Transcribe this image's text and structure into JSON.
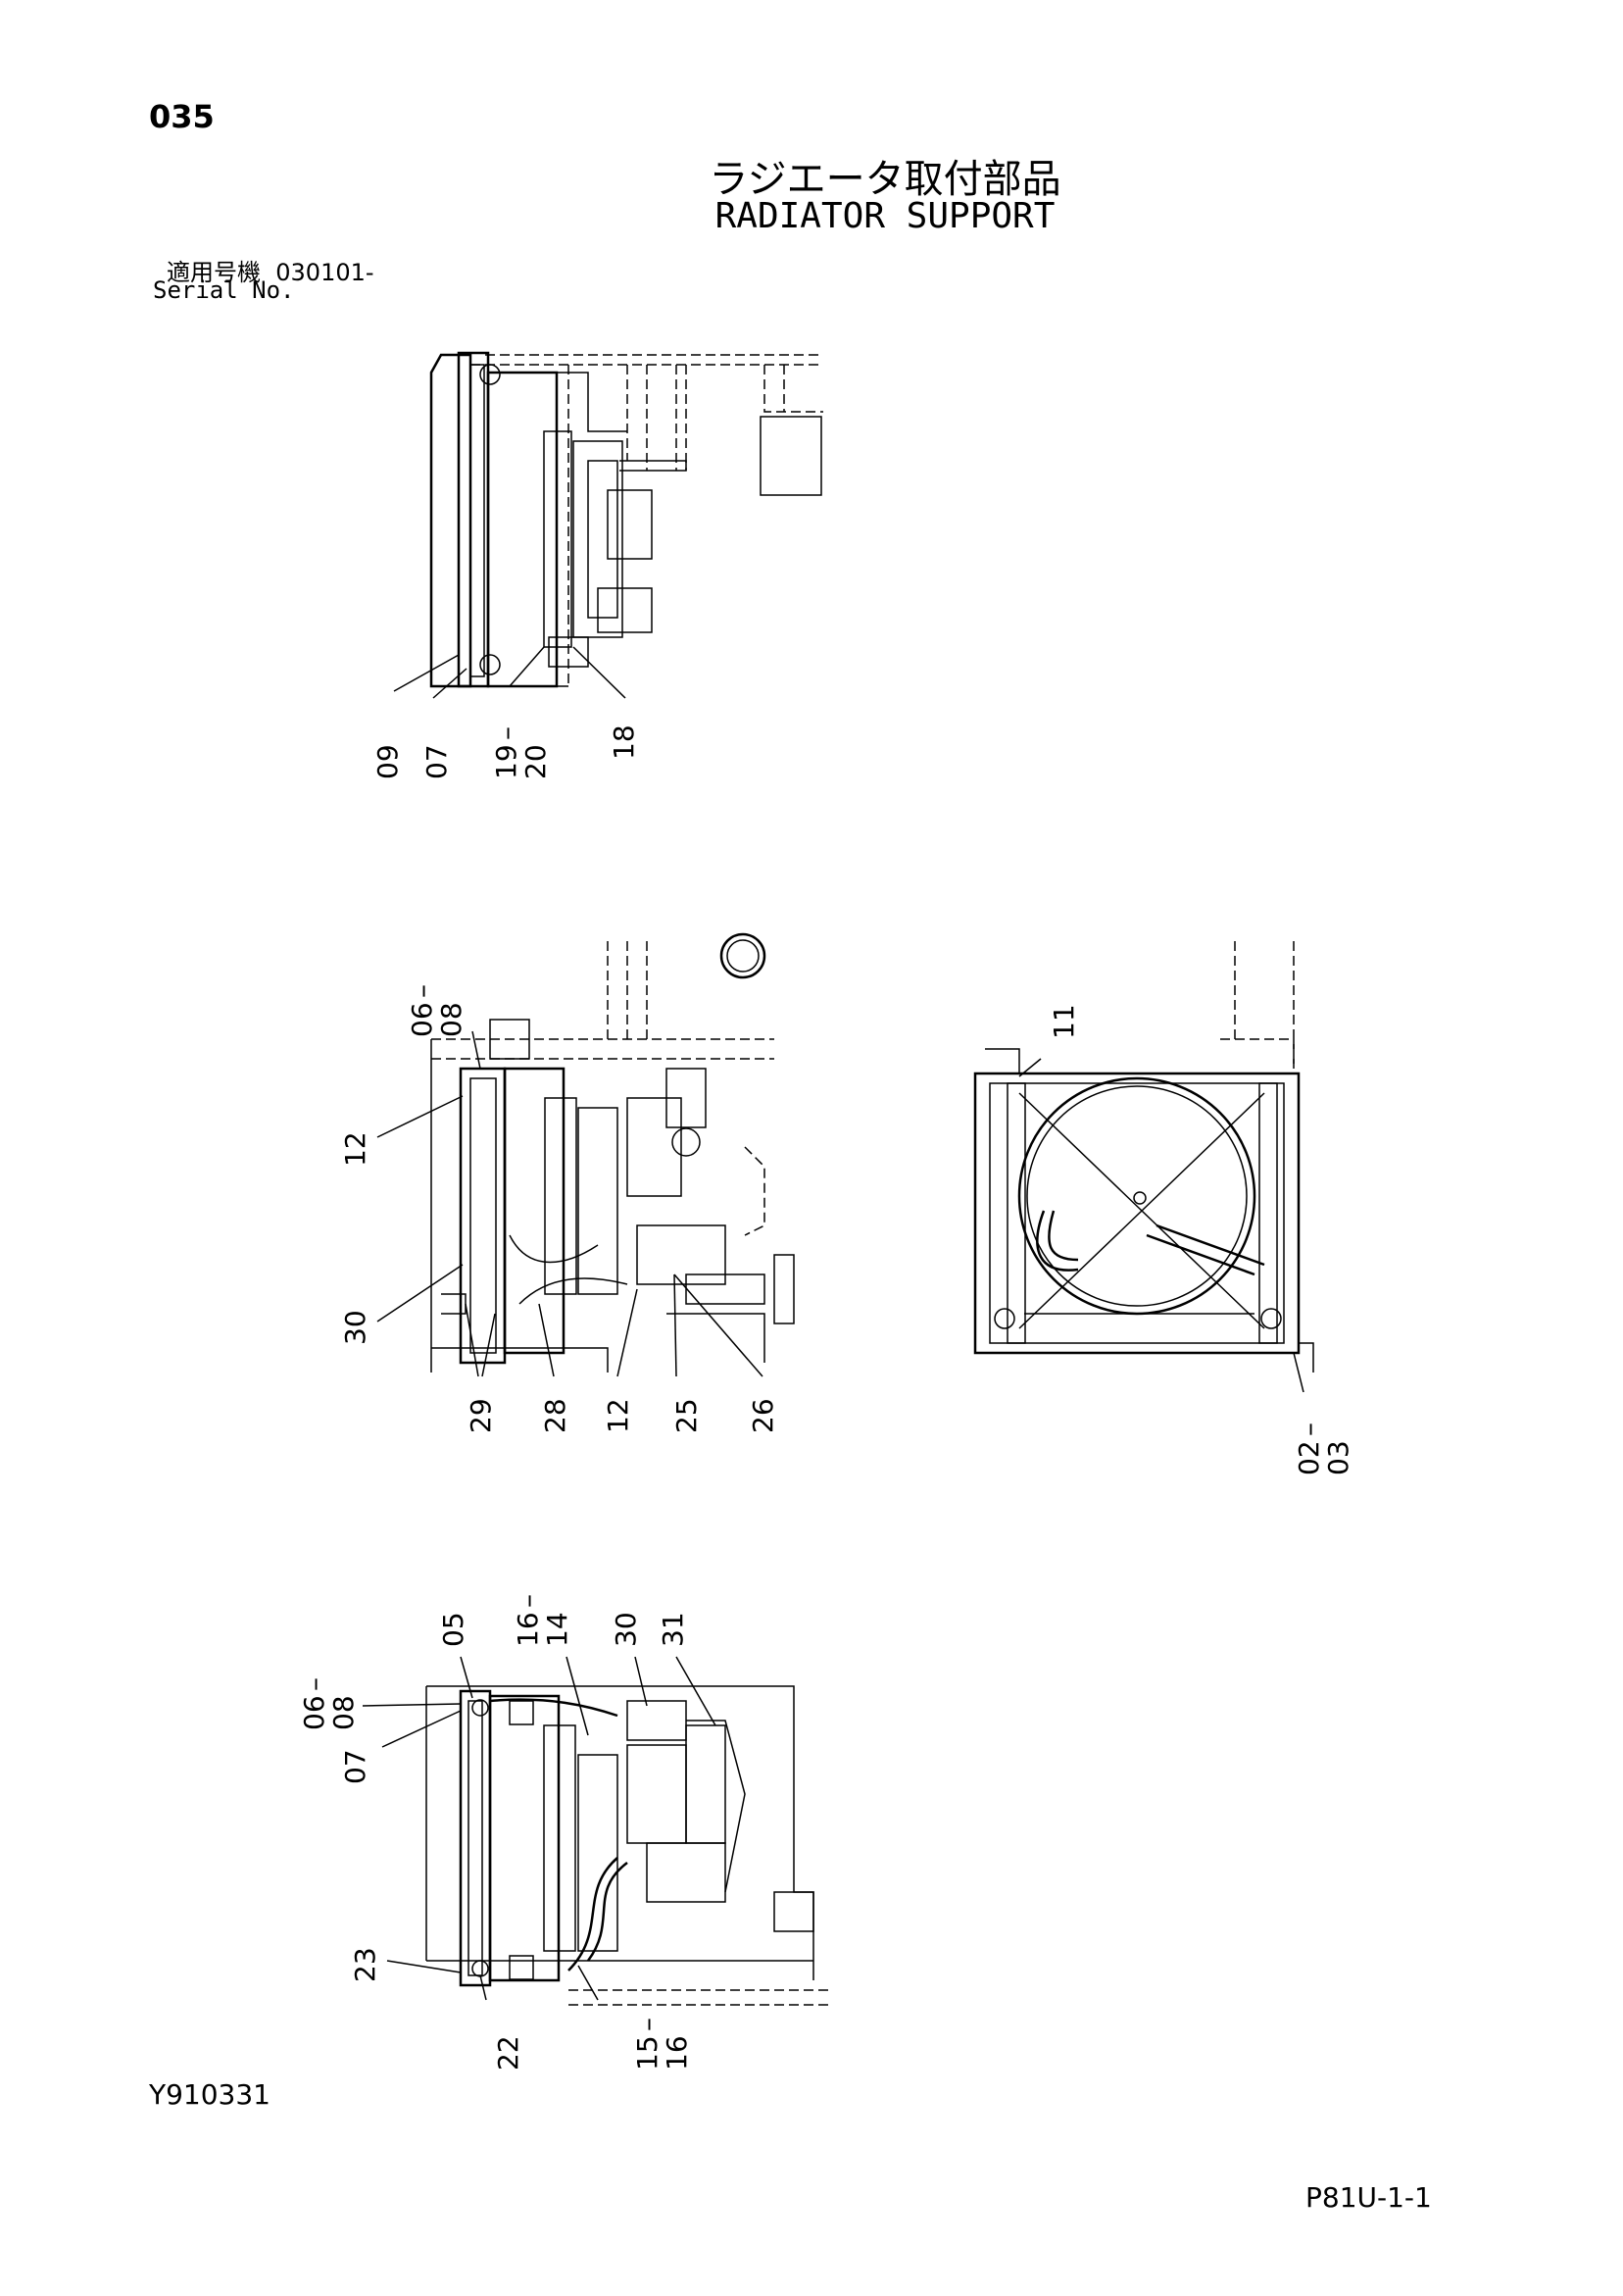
{
  "header": {
    "page_number": "035",
    "title_jp": "ラジエータ取付部品",
    "title_en": "RADIATOR SUPPORT",
    "serial_label_jp": "適用号機",
    "serial_value": "030101-",
    "serial_label_en": "Serial No."
  },
  "footer": {
    "document_id": "Y910331",
    "page_ref": "P81U-1-1"
  },
  "callouts": {
    "view1": [
      "09",
      "07",
      "19",
      "20",
      "18"
    ],
    "view2": [
      "06",
      "08",
      "12",
      "30",
      "29",
      "28",
      "12",
      "25",
      "26"
    ],
    "view3": [
      "11",
      "02",
      "03"
    ],
    "view4": [
      "05",
      "16",
      "14",
      "30",
      "31",
      "06",
      "08",
      "07",
      "23",
      "22",
      "15",
      "16"
    ]
  },
  "range_dash": "–"
}
